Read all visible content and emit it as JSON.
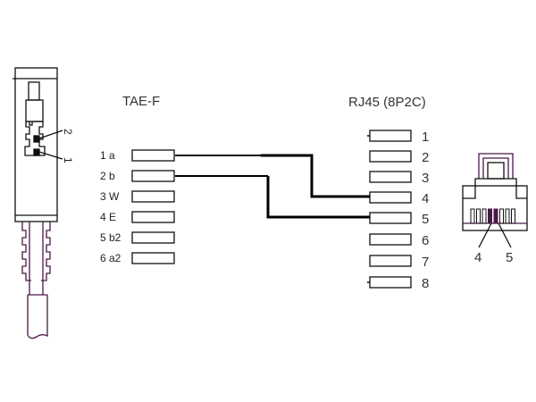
{
  "diagram": {
    "colors": {
      "line": "#111111",
      "plug_accent": "#4a1848",
      "wire": "#000000"
    },
    "tae": {
      "title": "TAE-F",
      "pins": [
        "1 a",
        "2 b",
        "3 W",
        "4 E",
        "5 b2",
        "6 a2"
      ],
      "plug_contact_labels": [
        "2",
        "1"
      ]
    },
    "rj45": {
      "title": "RJ45 (8P2C)",
      "pins": [
        "1",
        "2",
        "3",
        "4",
        "5",
        "6",
        "7",
        "8"
      ],
      "plug_contact_labels": [
        "4",
        "5"
      ]
    },
    "connections": [
      {
        "from": "1 a",
        "to": "4"
      },
      {
        "from": "2 b",
        "to": "5"
      }
    ]
  }
}
